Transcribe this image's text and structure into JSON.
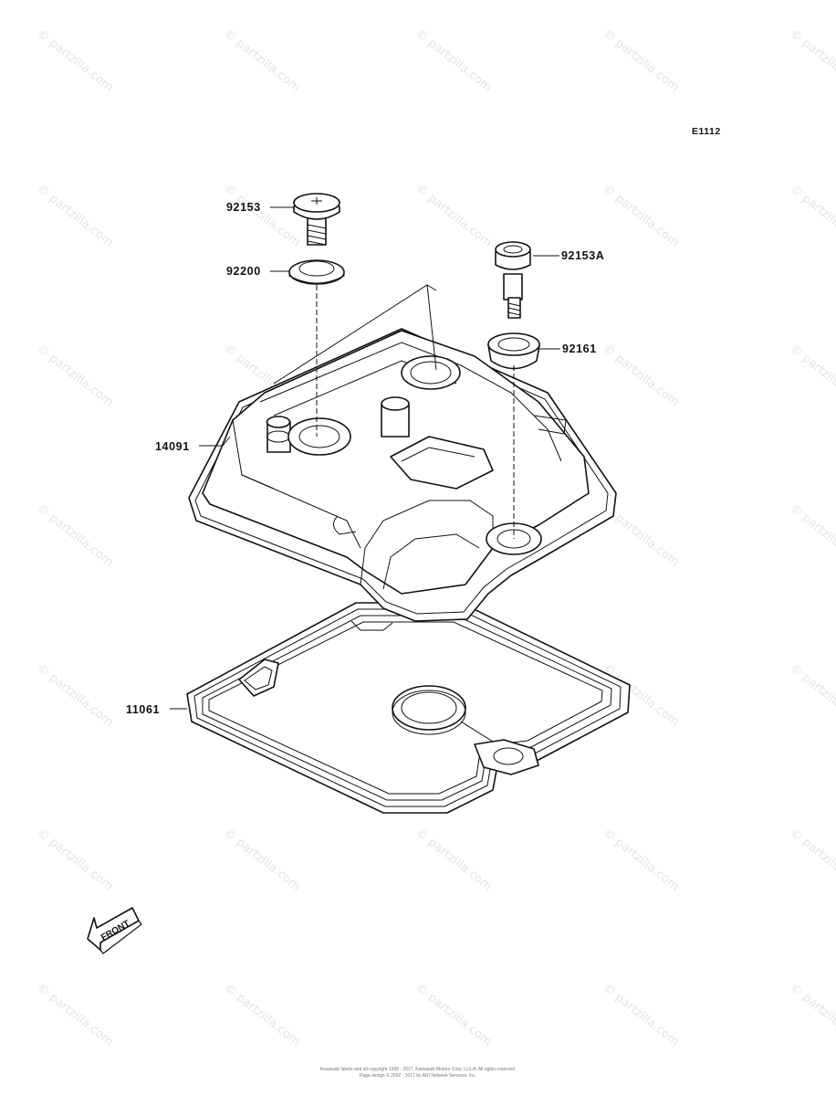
{
  "diagram": {
    "code": "E1112",
    "watermark": "© partzilla.com",
    "parts": {
      "p92153": "92153",
      "p92200": "92200",
      "p92153A": "92153A",
      "p92161": "92161",
      "p14091": "14091",
      "p11061": "11061"
    },
    "front_label": "FRONT",
    "footer_line1": "Kawasaki labels and all copyright 1998 - 2017, Kawasaki Motors Corp, U.S.A. All rights reserved.",
    "footer_line2": "Page design © 2002 - 2017 by ARI Network Services, Inc."
  }
}
